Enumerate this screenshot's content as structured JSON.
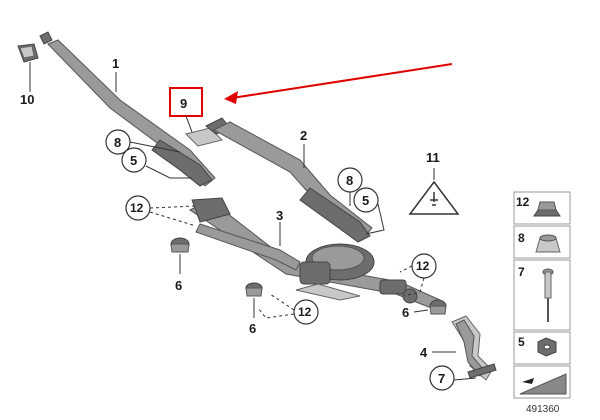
{
  "callouts": {
    "c1": "1",
    "c2": "2",
    "c3": "3",
    "c4": "4",
    "c5a": "5",
    "c5b": "5",
    "c6a": "6",
    "c6b": "6",
    "c6c": "6",
    "c7": "7",
    "c8a": "8",
    "c8b": "8",
    "c9": "9",
    "c10": "10",
    "c11": "11",
    "c12a": "12",
    "c12b": "12",
    "c12c": "12"
  },
  "legend": {
    "items": [
      "12",
      "8",
      "7",
      "5"
    ]
  },
  "reference_number": "491360",
  "highlight_color": "#e00000",
  "arrow_color": "#e00000"
}
